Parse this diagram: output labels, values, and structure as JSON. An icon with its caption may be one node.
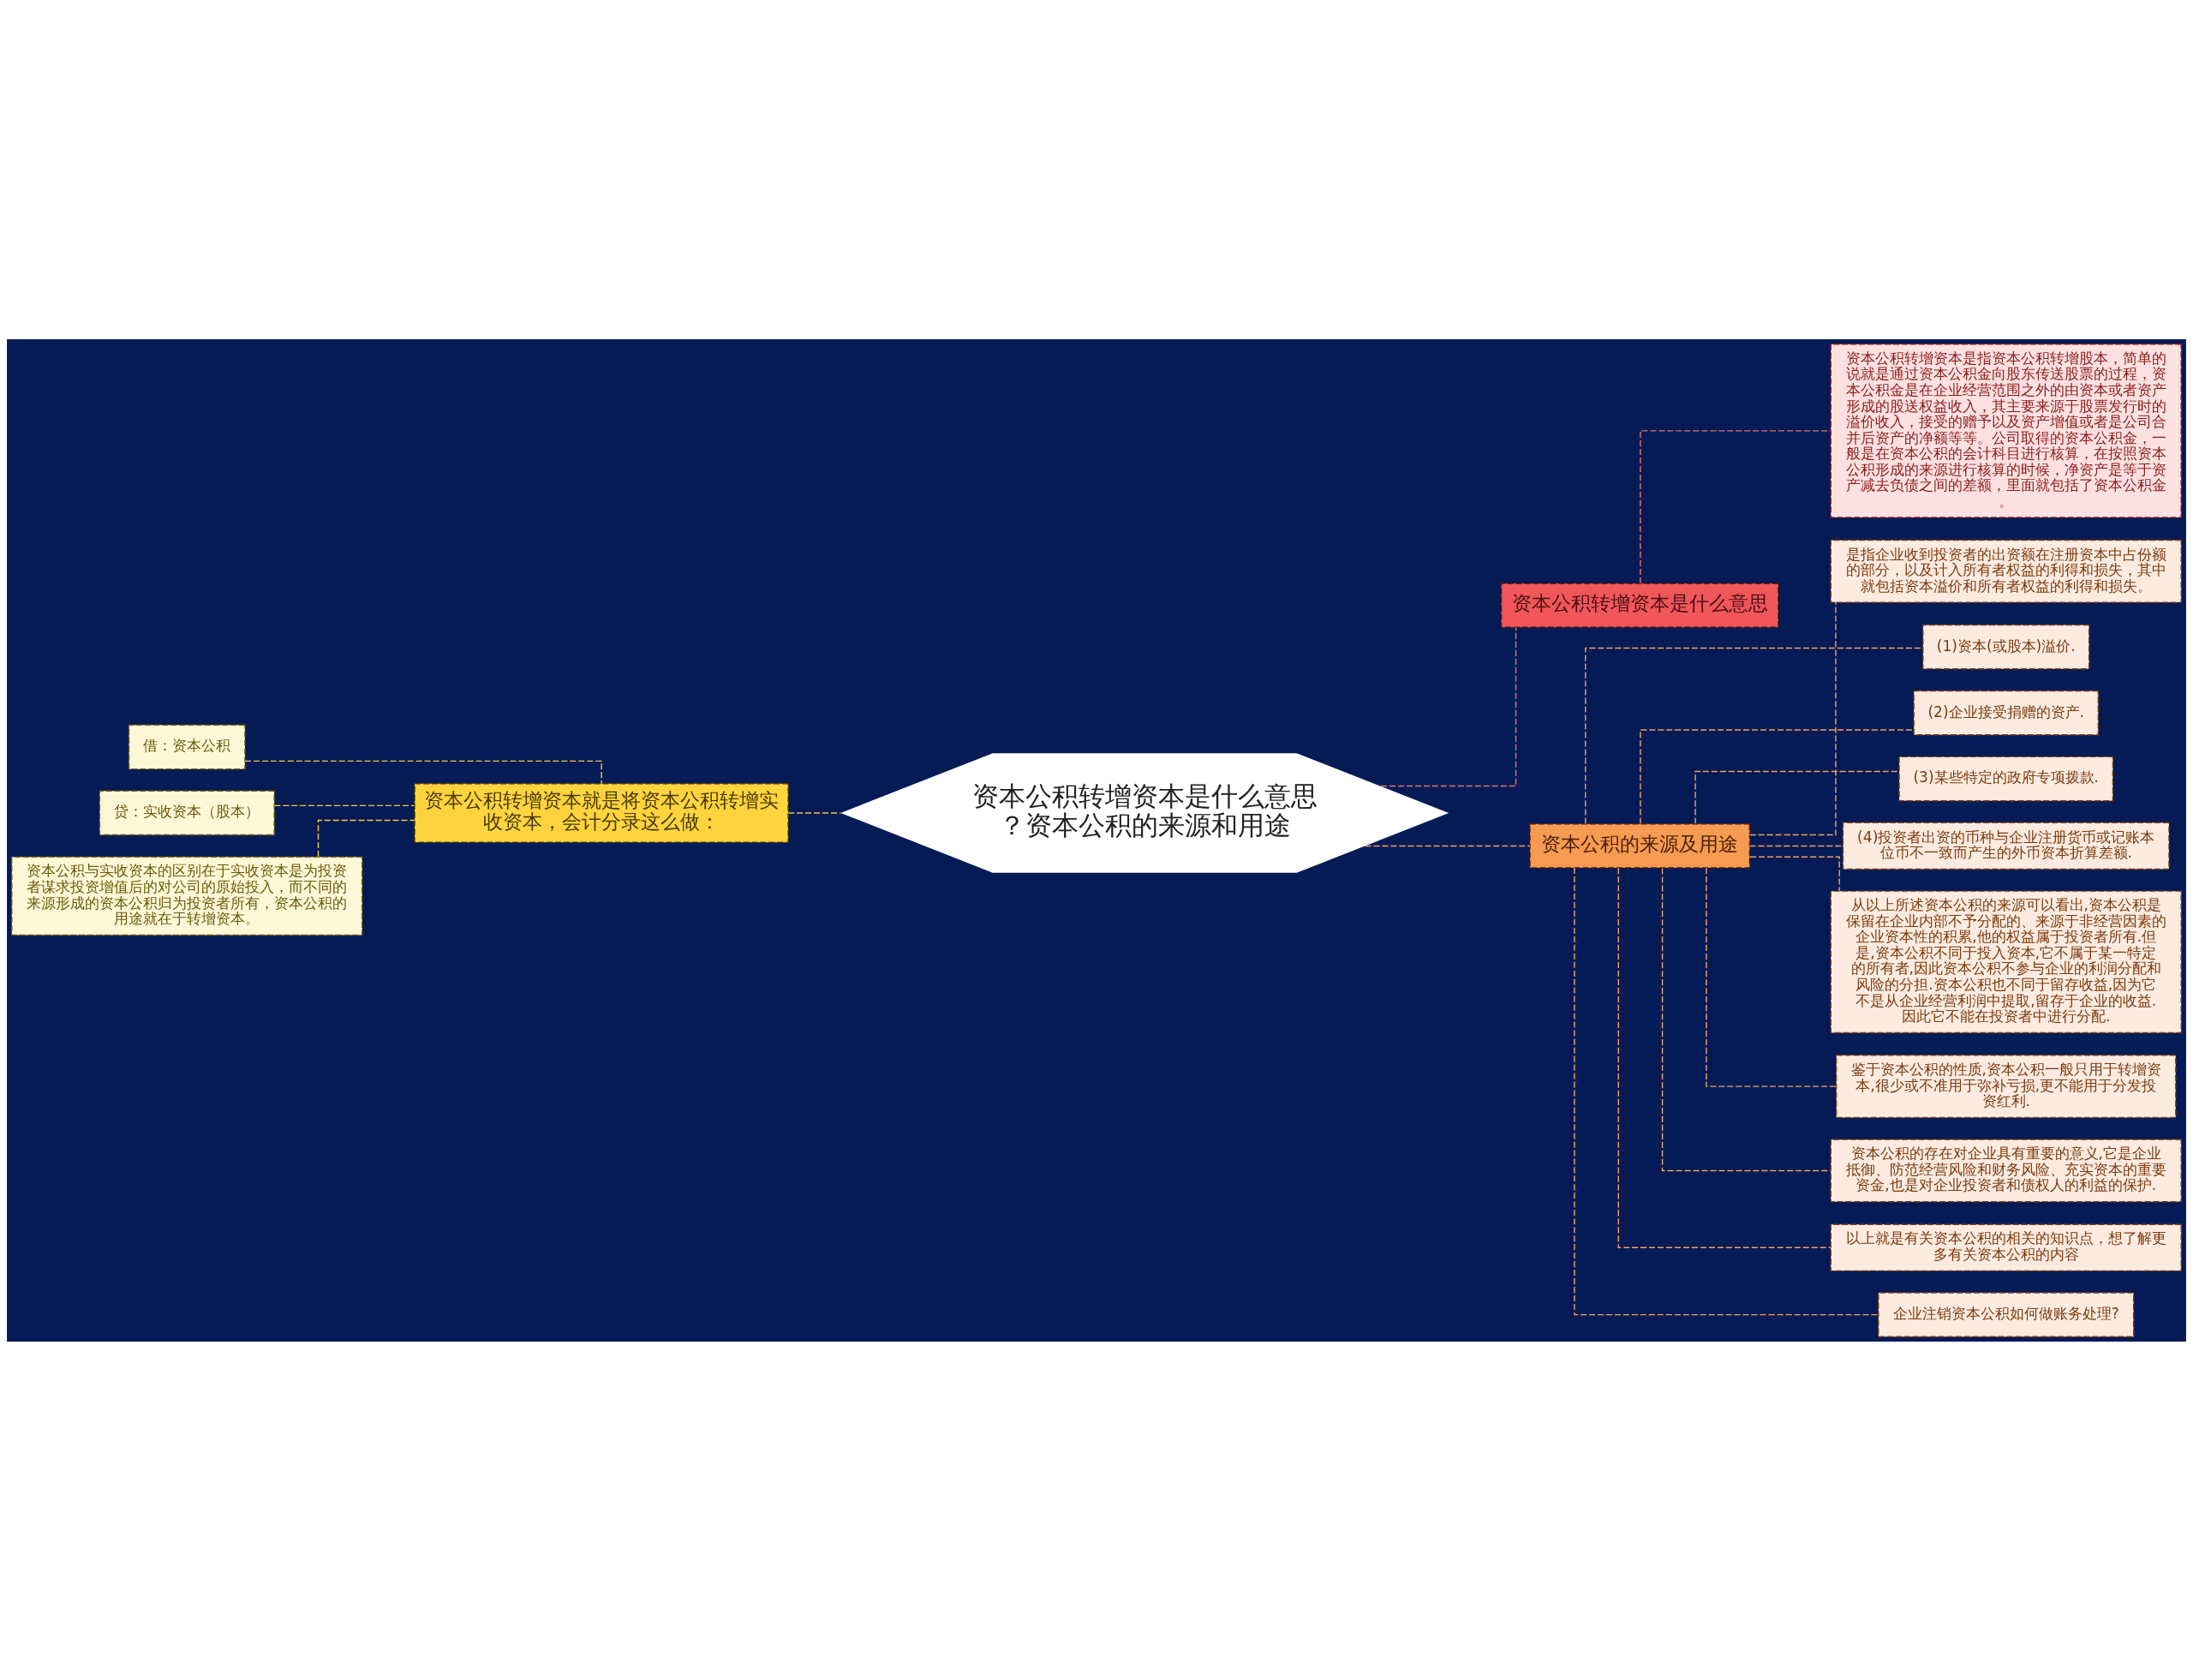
{
  "diagram": {
    "nodes": [
      {
        "text": [
          "资本公积转增资本是什么意思？资本公积的来源和用途"
        ]
      },
      {
        "text": [
          "资本公积转增资本是什么意思"
        ]
      },
      {
        "text": [
          "资本公积转增资本是指资本公积转增股本，简单的说就是通过资本公积金向股东传送股票的过程，资本公积金是在企业经营范围之外的由资本或者资产形成的股送权益收入，其主要来源于股票发行时的溢价收入，接受的赠予以及资产增值或者是公司合并后资产的净额等等。公司取得的资本公积金，一般是在资本公积的会计科目进行核算，在按照资本公积形成的来源进行核算的时候，净资产是等于资产减去负债之间的差额，里面就包括了资本公积金。"
        ]
      },
      {
        "text": [
          "资本公积的来源及用途"
        ]
      },
      {
        "text": [
          "是指企业收到投资者的出资额在注册资本中占份额的部分，以及计入所有者权益的利得和损失，其中就包括资本溢价和所有者权益的利得和损失。"
        ]
      },
      {
        "text": [
          "(1)资本(或股本)溢价."
        ]
      },
      {
        "text": [
          "(2)企业接受捐赠的资产."
        ]
      },
      {
        "text": [
          "(3)某些特定的政府专项拨款."
        ]
      },
      {
        "text": [
          "(4)投资者出资的币种与企业注册货币或记账本位币不一致而产生的外币资本折算差额."
        ]
      },
      {
        "text": [
          "从以上所述资本公积的来源可以看出,资本公积是保留在企业内部不予分配的、来源于非经营因素的企业资本性的积累,他的权益属于投资者所有.但是,资本公积不同于投入资本,它不属于某一特定的所有者,因此资本公积不参与企业的利润分配和风险的分担.资本公积也不同于留存收益,因为它不是从企业经营利润中提取,留存于企业的收益.因此它不能在投资者中进行分配."
        ]
      },
      {
        "text": [
          "鉴于资本公积的性质,资本公积一般只用于转增资本,很少或不准用于弥补亏损,更不能用于分发投资红利."
        ]
      },
      {
        "text": [
          "资本公积的存在对企业具有重要的意义,它是企业抵御、防范经营风险和财务风险、充实资本的重要资金,也是对企业投资者和债权人的利益的保护."
        ]
      },
      {
        "text": [
          "以上就是有关资本公积的相关的知识点，想了解更多有关资本公积的内容"
        ]
      },
      {
        "text": [
          "企业注销资本公积如何做账务处理?"
        ]
      },
      {
        "text": [
          "资本公积转增资本就是将资本公积转增实收资本，会计分录这么做："
        ]
      },
      {
        "text": [
          "借：资本公积"
        ]
      },
      {
        "text": [
          "贷：实收资本（股本）"
        ]
      },
      {
        "text": [
          "资本公积与实收资本的区别在于实收资本是为投资者谋求投资增值后的对公司的原始投入，而不同的来源形成的资本公积归为投资者所有，资本公积的用途就在于转增资本。"
        ]
      }
    ],
    "edges": [
      {
        "from": 0,
        "to": 1,
        "arrow": "none",
        "style": "dashed",
        "color": "#e8706e"
      },
      {
        "from": 1,
        "to": 2,
        "arrow": "none",
        "style": "dashed",
        "color": "#e8706e"
      },
      {
        "from": 0,
        "to": 3,
        "arrow": "none",
        "style": "dashed"
      },
      {
        "from": 3,
        "to": 4,
        "arrow": "none",
        "style": "dashed"
      },
      {
        "from": 3,
        "to": 5,
        "arrow": "none",
        "style": "dashed"
      },
      {
        "from": 3,
        "to": 6,
        "arrow": "none",
        "style": "dashed"
      },
      {
        "from": 3,
        "to": 7,
        "arrow": "none",
        "style": "dashed"
      },
      {
        "from": 3,
        "to": 8,
        "arrow": "none",
        "style": "dashed"
      },
      {
        "from": 3,
        "to": 9,
        "arrow": "none",
        "style": "dashed"
      },
      {
        "from": 3,
        "to": 10,
        "arrow": "none",
        "style": "dashed"
      },
      {
        "from": 3,
        "to": 11,
        "arrow": "none",
        "style": "dashed"
      },
      {
        "from": 3,
        "to": 12,
        "arrow": "none",
        "style": "dashed"
      },
      {
        "from": 3,
        "to": 13,
        "arrow": "none",
        "style": "dashed"
      },
      {
        "from": 0,
        "to": 14,
        "arrow": "none",
        "style": "dashed",
        "color": "#f5c842"
      },
      {
        "from": 14,
        "to": 15,
        "arrow": "none",
        "style": "dashed",
        "color": "#f5c842"
      },
      {
        "from": 14,
        "to": 16,
        "arrow": "none",
        "style": "dashed",
        "color": "#f5c842"
      },
      {
        "from": 14,
        "to": 17,
        "arrow": "none",
        "style": "dashed",
        "color": "#f5c842"
      }
    ]
  }
}
